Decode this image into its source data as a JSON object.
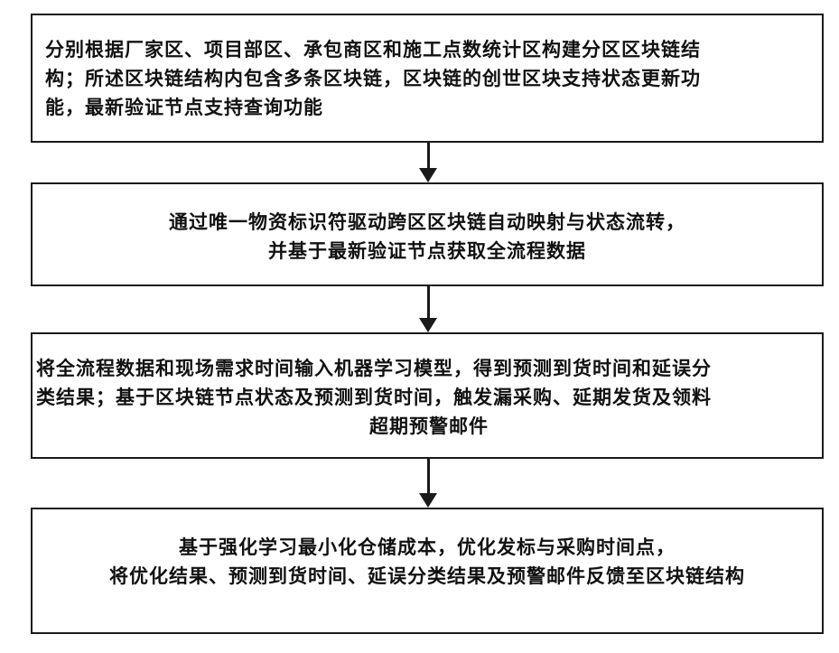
{
  "steps": [
    {
      "lines": [
        "分别根据厂家区、项目部区、承包商区和施工点数统计区构建分区区块链结",
        "构；所述区块链结构内包含多条区块链，区块链的创世区块支持状态更新功",
        "能，最新验证节点支持查询功能"
      ]
    },
    {
      "lines": [
        "通过唯一物资标识符驱动跨区区块链自动映射与状态流转，",
        "并基于最新验证节点获取全流程数据"
      ]
    },
    {
      "lines": [
        "将全流程数据和现场需求时间输入机器学习模型，得到预测到货时间和延误分",
        "类结果；基于区块链节点状态及预测到货时间，触发漏采购、延期发货及领料",
        "超期预警邮件"
      ]
    },
    {
      "lines": [
        "基于强化学习最小化仓储成本，优化发标与采购时间点，",
        "将优化结果、预测到货时间、延误分类结果及预警邮件反馈至区块链结构"
      ]
    }
  ]
}
